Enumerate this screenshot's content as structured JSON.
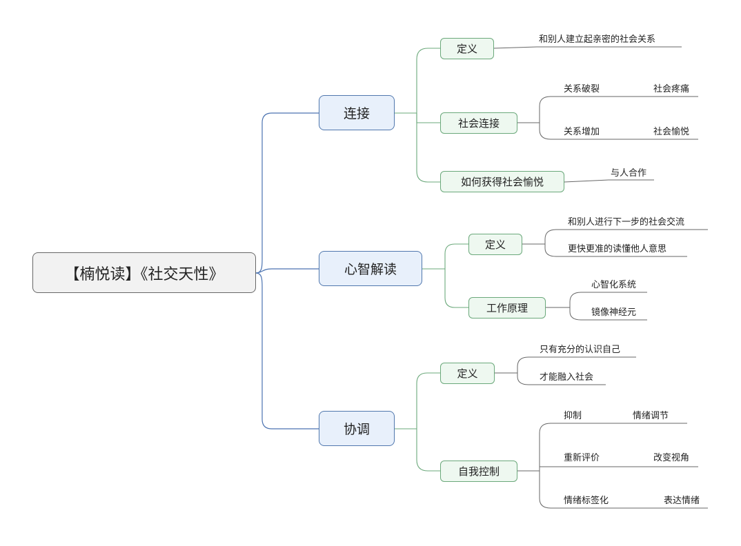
{
  "root": "【楠悦读】《社交天性》",
  "branches": [
    {
      "label": "连接",
      "children": [
        {
          "label": "定义",
          "leaves": [
            "和别人建立起亲密的社会关系"
          ]
        },
        {
          "label": "社会连接",
          "pairs": [
            [
              "关系破裂",
              "社会疼痛"
            ],
            [
              "关系增加",
              "社会愉悦"
            ]
          ]
        },
        {
          "label": "如何获得社会愉悦",
          "leaves": [
            "与人合作"
          ]
        }
      ]
    },
    {
      "label": "心智解读",
      "children": [
        {
          "label": "定义",
          "leaves": [
            "和别人进行下一步的社会交流",
            "更快更准的读懂他人意思"
          ]
        },
        {
          "label": "工作原理",
          "leaves": [
            "心智化系统",
            "镜像神经元"
          ]
        }
      ]
    },
    {
      "label": "协调",
      "children": [
        {
          "label": "定义",
          "leaves": [
            "只有充分的认识自己",
            "才能融入社会"
          ]
        },
        {
          "label": "自我控制",
          "pairs": [
            [
              "抑制",
              "情绪调节"
            ],
            [
              "重新评价",
              "改变视角"
            ],
            [
              "情绪标签化",
              "表达情绪"
            ]
          ]
        }
      ]
    }
  ]
}
